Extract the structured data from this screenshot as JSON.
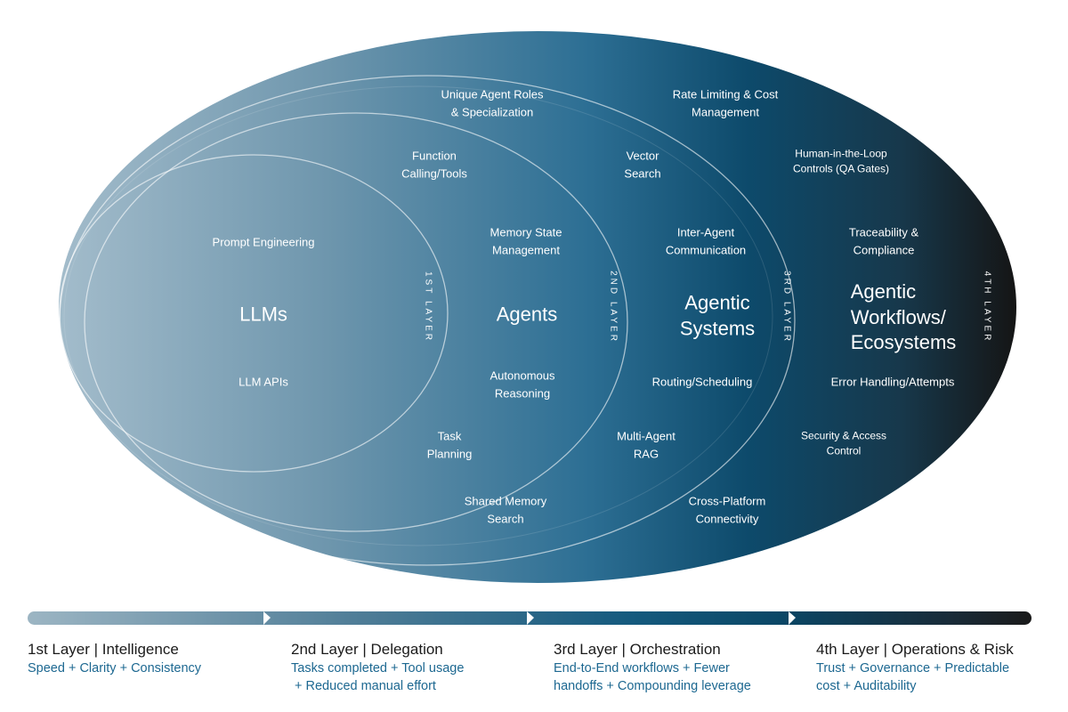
{
  "colors": {
    "gradient_light": "#a3bccb",
    "gradient_mid": "#2d6f94",
    "gradient_deep": "#0d4a6b",
    "gradient_dark": "#151515",
    "accent_text": "#1d6891"
  },
  "diagram": {
    "layer_tags": [
      "1ST LAYER",
      "2ND LAYER",
      "3RD LAYER",
      "4TH LAYER"
    ],
    "cores": {
      "llms": "LLMs",
      "agents": "Agents",
      "agentic_systems": [
        "Agentic",
        "Systems"
      ],
      "ecosystems": [
        "Agentic",
        "Workflows/",
        "Ecosystems"
      ]
    },
    "labels": {
      "unique_roles": [
        "Unique Agent Roles",
        "& Specialization"
      ],
      "rate_limiting": [
        "Rate Limiting & Cost",
        "Management"
      ],
      "function_calling": [
        "Function",
        "Calling/Tools"
      ],
      "vector_search": [
        "Vector",
        "Search"
      ],
      "human_loop": [
        "Human-in-the-Loop",
        "Controls (QA Gates)"
      ],
      "prompt_engineering": "Prompt Engineering",
      "memory_state": [
        "Memory State",
        "Management"
      ],
      "inter_agent": [
        "Inter-Agent",
        "Communication"
      ],
      "traceability": [
        "Traceability &",
        "Compliance"
      ],
      "llm_apis": "LLM APIs",
      "autonomous_reasoning": [
        "Autonomous",
        "Reasoning"
      ],
      "routing": "Routing/Scheduling",
      "error_handling": "Error Handling/Attempts",
      "task_planning": [
        "Task",
        "Planning"
      ],
      "multi_agent_rag": [
        "Multi-Agent",
        "RAG"
      ],
      "security": [
        "Security & Access",
        "Control"
      ],
      "shared_memory": [
        "Shared Memory",
        "Search"
      ],
      "cross_platform": [
        "Cross-Platform",
        "Connectivity"
      ]
    }
  },
  "legend": [
    {
      "title": "1st Layer | Intelligence",
      "lines": [
        "Speed + Clarity + Consistency"
      ]
    },
    {
      "title": "2nd Layer | Delegation",
      "lines": [
        "Tasks completed + Tool usage",
        " + Reduced manual effort"
      ]
    },
    {
      "title": "3rd Layer | Orchestration",
      "lines": [
        "End-to-End workflows + Fewer",
        "handoffs + Compounding leverage"
      ]
    },
    {
      "title": "4th Layer | Operations & Risk",
      "lines": [
        "Trust + Governance + Predictable",
        "cost + Auditability"
      ]
    }
  ]
}
